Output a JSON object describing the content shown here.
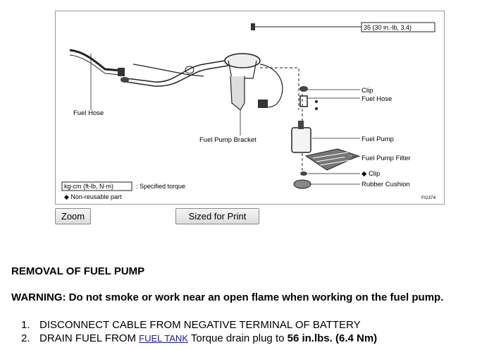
{
  "figure": {
    "torque_callout": "35 (30 in.-lb, 3.4)",
    "labels": {
      "fuel_hose_left": "Fuel Hose",
      "fuel_pump_bracket": "Fuel Pump Bracket",
      "clip_top": "Clip",
      "fuel_hose_right": "Fuel Hose",
      "fuel_pump": "Fuel Pump",
      "fuel_pump_filter": "Fuel Pump Filter",
      "clip_bottom": "◆ Clip",
      "rubber_cushion": "Rubber Cushion"
    },
    "legend": {
      "torque_unit": "kg-cm (ft-lb, N·m)",
      "torque_desc": ": Specified torque",
      "nonreusable": "◆ Non-reusable part"
    },
    "figure_id": "FI2374"
  },
  "buttons": {
    "zoom": "Zoom",
    "sized_for_print": "Sized for Print"
  },
  "section": {
    "heading": "REMOVAL OF FUEL PUMP",
    "warning": "WARNING: Do not smoke or work near an open flame when working on the fuel pump."
  },
  "steps": [
    {
      "num": "1.",
      "text": "DISCONNECT CABLE FROM NEGATIVE TERMINAL OF BATTERY"
    },
    {
      "num": "2.",
      "text_before": "DRAIN FUEL FROM ",
      "link": "FUEL TANK",
      "text_mid": " Torque drain plug to ",
      "torque": "56 in.lbs. (6.4 Nm)"
    }
  ]
}
